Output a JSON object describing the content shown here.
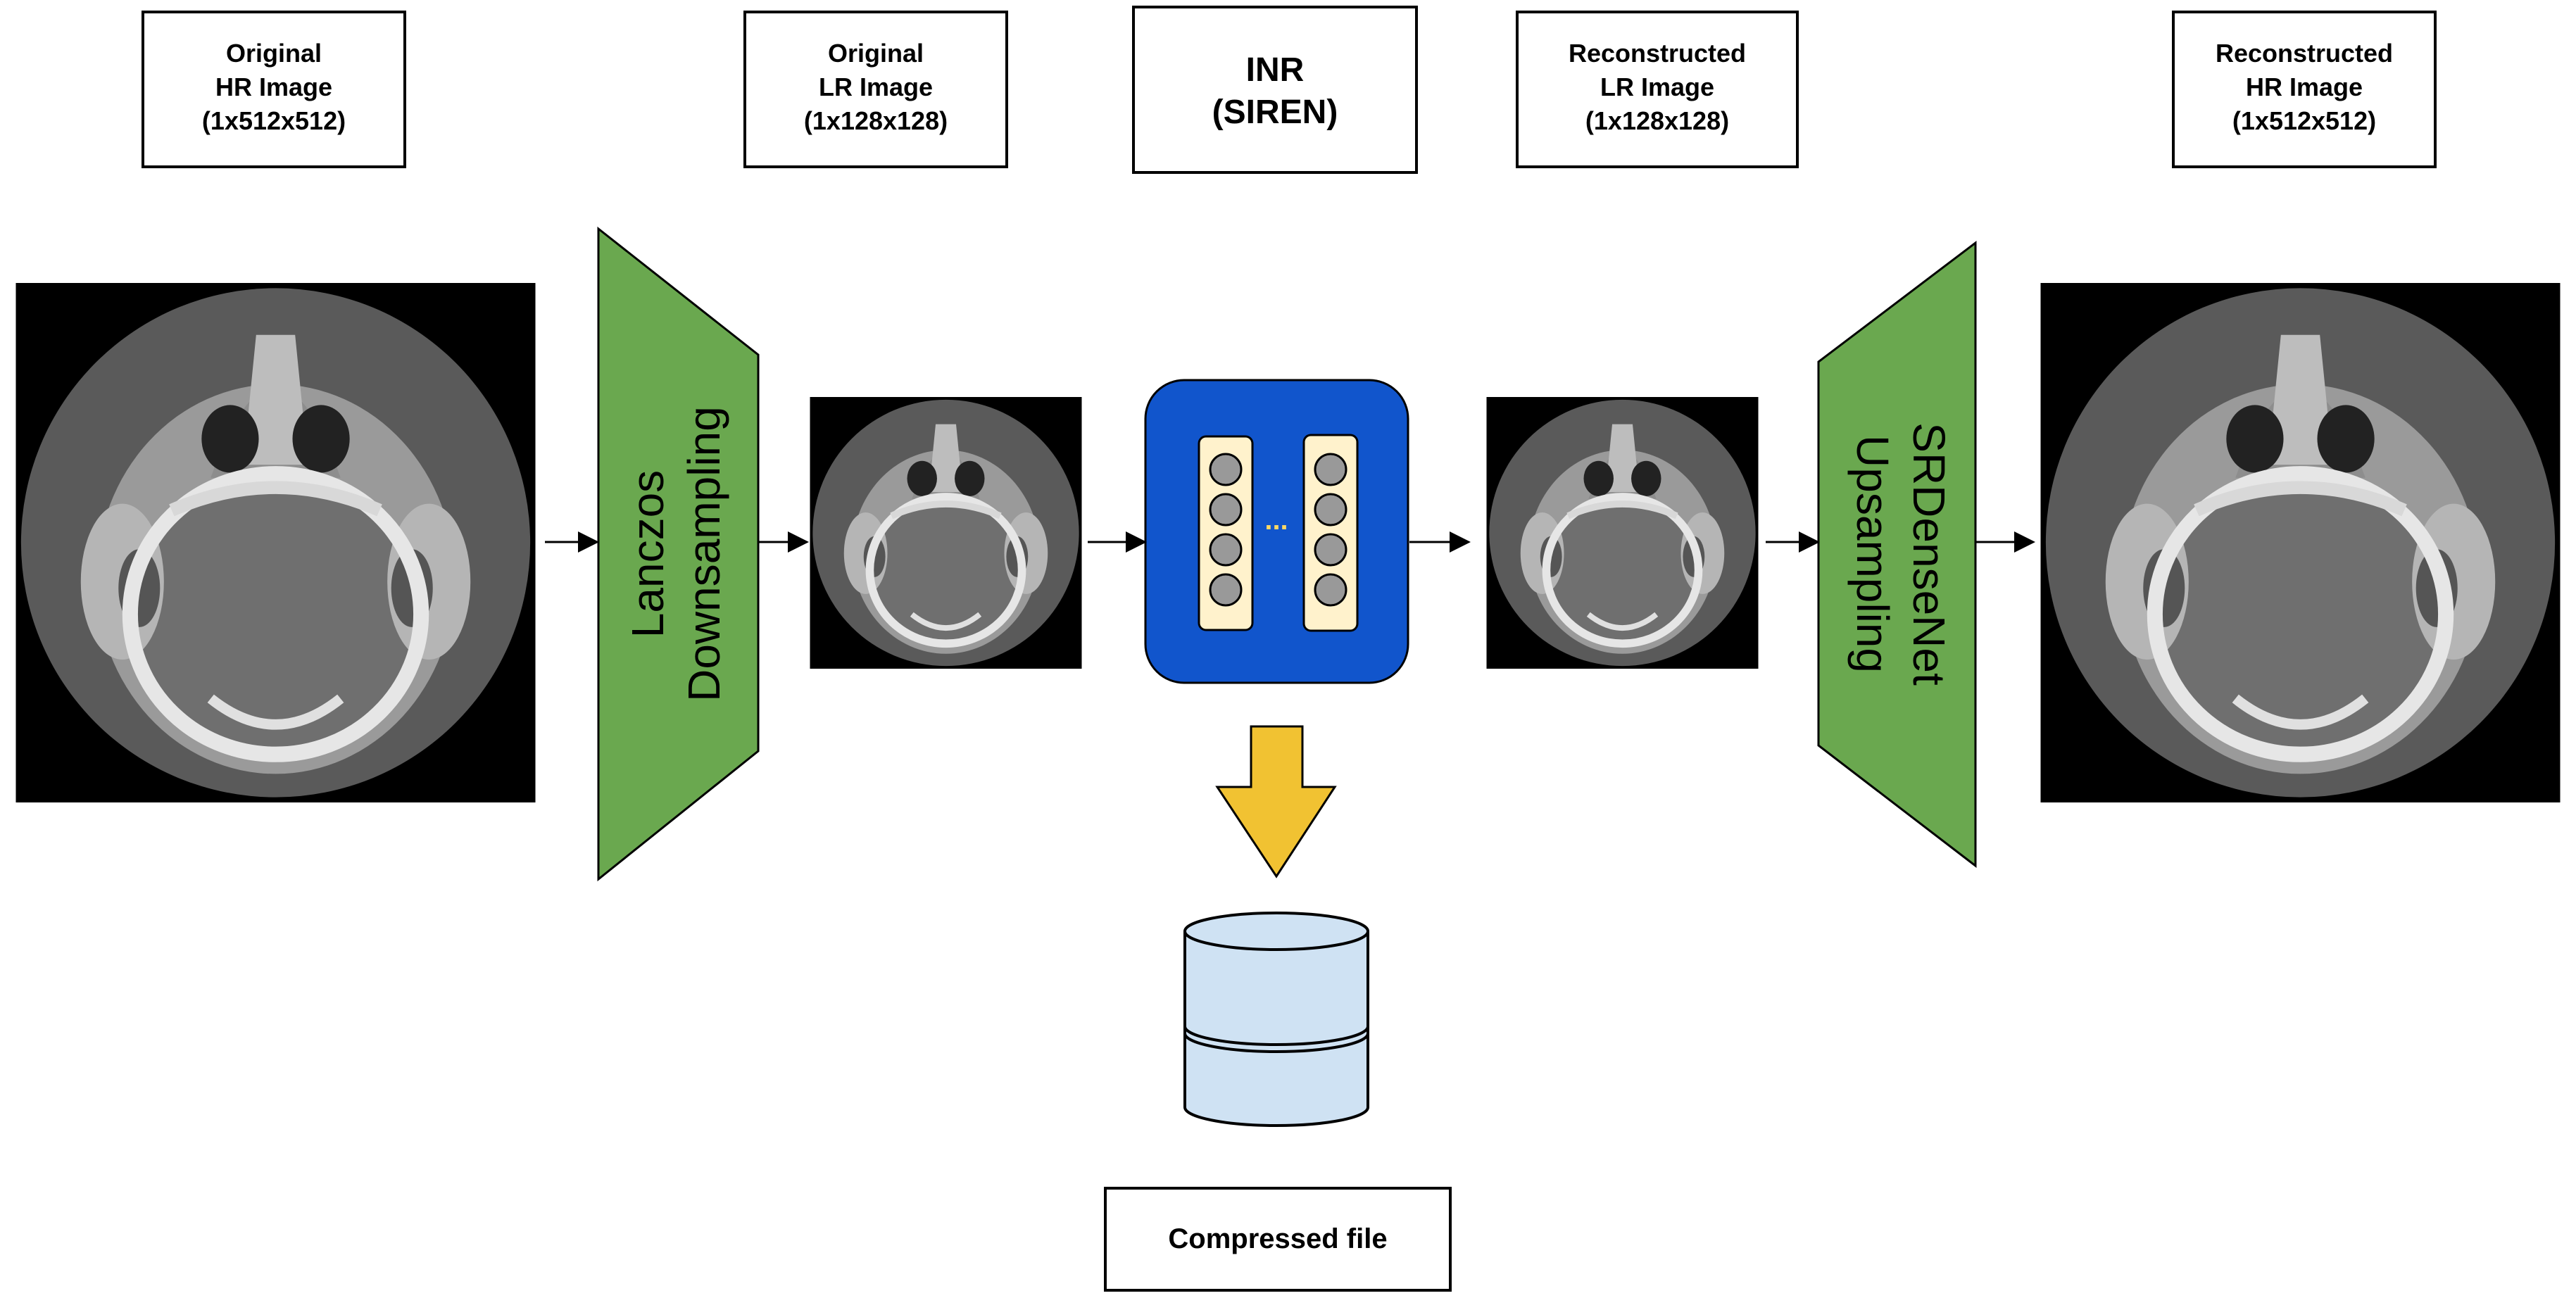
{
  "labels": {
    "orig_hr": [
      "Original",
      "HR Image",
      "(1x512x512)"
    ],
    "orig_lr": [
      "Original",
      "LR Image",
      "(1x128x128)"
    ],
    "inr": [
      "INR",
      "(SIREN)"
    ],
    "recon_lr": [
      "Reconstructed",
      "LR Image",
      "(1x128x128)"
    ],
    "recon_hr": [
      "Reconstructed",
      "HR Image",
      "(1x512x512)"
    ],
    "compressed": "Compressed file"
  },
  "blocks": {
    "downsampling": [
      "Lanczos",
      "Downsampling"
    ],
    "upsampling": [
      "SRDenseNet",
      "Upsampling"
    ]
  },
  "network": {
    "ellipsis": "...",
    "neurons_per_layer": 4
  },
  "colors": {
    "trapezoid_fill": "#6aa84f",
    "inr_fill": "#1155cc",
    "neuron_column_fill": "#fff2cc",
    "neuron_fill": "#999999",
    "arrow_fill": "#f1c232",
    "storage_fill": "#cfe2f3",
    "ellipsis_color": "#ffd966"
  },
  "icons": {
    "ct_scan": "ct-head-scan-image",
    "storage": "database-cylinder-icon",
    "output_arrow": "down-arrow-icon"
  }
}
